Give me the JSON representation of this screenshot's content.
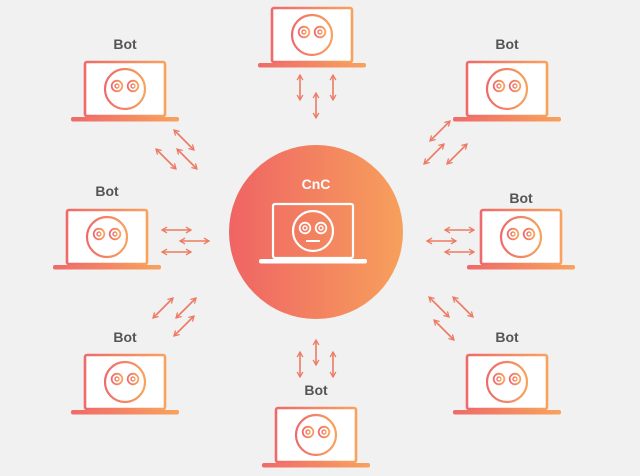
{
  "colors": {
    "background": "#f1f1f1",
    "gradient_start": "#ef6a6a",
    "gradient_end": "#f8a25d",
    "screen": "#ffffff",
    "label": "#555555",
    "hub_label": "#ffffff"
  },
  "hub": {
    "label": "CnC",
    "icon": "bot-face-icon"
  },
  "bots": [
    {
      "id": "top",
      "label": ""
    },
    {
      "id": "top-left",
      "label": "Bot"
    },
    {
      "id": "top-right",
      "label": "Bot"
    },
    {
      "id": "left",
      "label": "Bot"
    },
    {
      "id": "right",
      "label": "Bot"
    },
    {
      "id": "bottom-left",
      "label": "Bot"
    },
    {
      "id": "bottom-right",
      "label": "Bot"
    },
    {
      "id": "bottom",
      "label": "Bot"
    }
  ]
}
